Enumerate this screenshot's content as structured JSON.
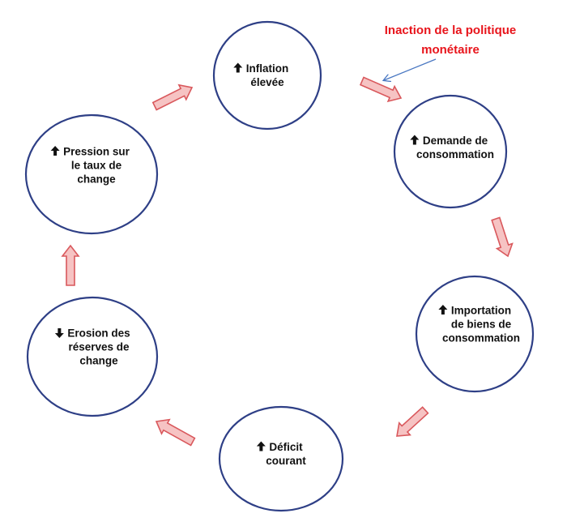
{
  "diagram": {
    "nodes": [
      {
        "id": "inflation",
        "trend": "up",
        "lines": [
          "Inflation",
          "élevée"
        ]
      },
      {
        "id": "demande",
        "trend": "up",
        "lines": [
          "Demande de",
          "consommation"
        ]
      },
      {
        "id": "importation",
        "trend": "up",
        "lines": [
          "Importation",
          "de biens de",
          "consommation"
        ]
      },
      {
        "id": "deficit",
        "trend": "up",
        "lines": [
          "Déficit",
          "courant"
        ]
      },
      {
        "id": "erosion",
        "trend": "down",
        "lines": [
          "Erosion des",
          "réserves de",
          "change"
        ]
      },
      {
        "id": "pression",
        "trend": "up",
        "lines": [
          "Pression sur",
          "le taux de",
          "change"
        ]
      }
    ],
    "annotation": {
      "lines": [
        "Inaction de la politique",
        "monétaire"
      ],
      "color": "#e8141b"
    },
    "colors": {
      "circle_stroke": "#2e3f86",
      "arrow_fill": "#f6c3c3",
      "arrow_stroke": "#d9585c",
      "pointer": "#4a78c2"
    }
  }
}
